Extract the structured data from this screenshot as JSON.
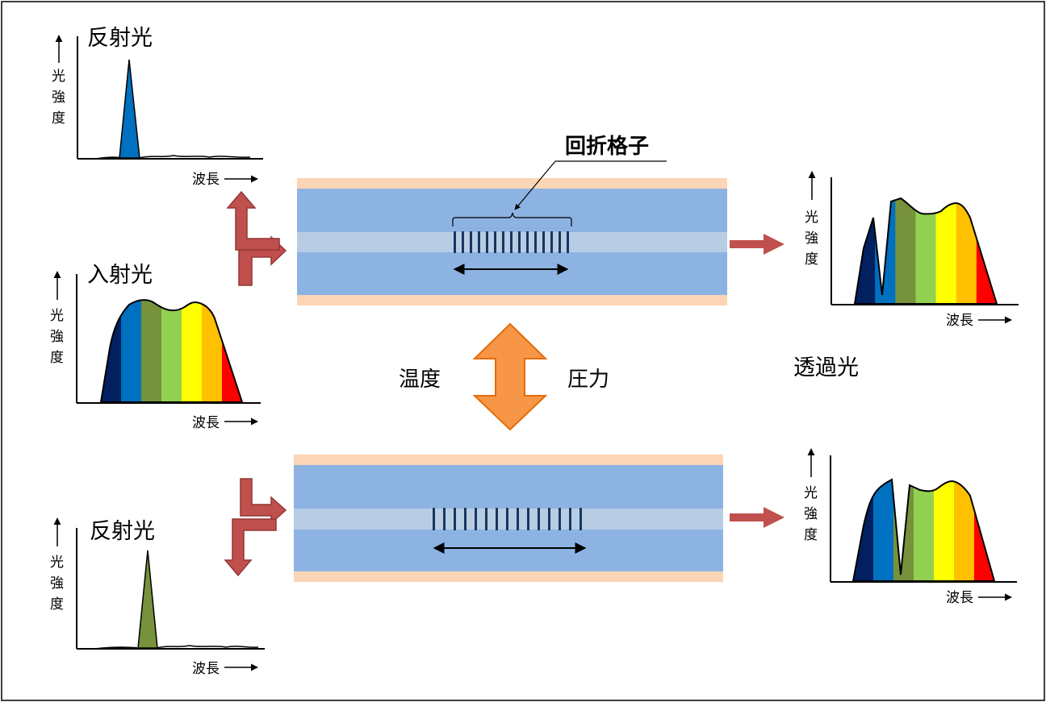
{
  "labels": {
    "reflected_top": "反射光",
    "incident": "入射光",
    "reflected_bottom": "反射光",
    "transmitted": "透過光",
    "grating": "回折格子",
    "temperature": "温度",
    "pressure": "圧力",
    "wavelength": "波長",
    "intensity_chars": [
      "光",
      "強",
      "度"
    ]
  },
  "colors": {
    "spectrum": [
      "#002060",
      "#0070c0",
      "#76923c",
      "#92d050",
      "#ffff00",
      "#ffc000",
      "#ff0000"
    ],
    "fiber_core": "#b8cce4",
    "fiber_cladding": "#8db3e2",
    "fiber_jacket": "#fbd5b5",
    "grating_lines": "#17375e",
    "arrow_red": "#c0504d",
    "arrow_orange": "#f79646",
    "reflected_peak_top": "#0070c0",
    "reflected_peak_bottom": "#76923c"
  }
}
